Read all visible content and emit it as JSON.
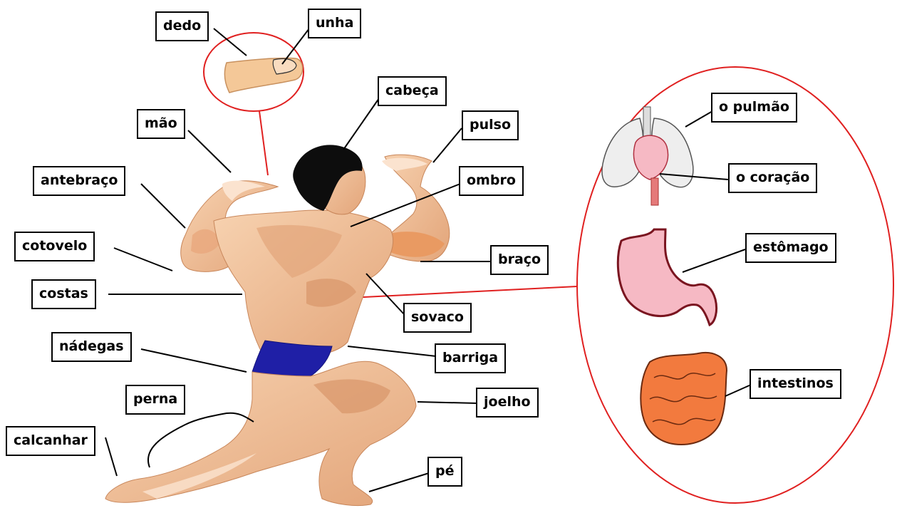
{
  "labels": {
    "dedo": "dedo",
    "unha": "unha",
    "cabeca": "cabeça",
    "mao": "mão",
    "pulso": "pulso",
    "antebraco": "antebraço",
    "ombro": "ombro",
    "cotovelo": "cotovelo",
    "braco": "braço",
    "costas": "costas",
    "sovaco": "sovaco",
    "nadegas": "nádegas",
    "barriga": "barriga",
    "perna": "perna",
    "joelho": "joelho",
    "calcanhar": "calcanhar",
    "pe": "pé",
    "pulmao": "o pulmão",
    "coracao": "o coração",
    "estomago": "estômago",
    "intestinos": "intestinos"
  },
  "colors": {
    "skin": "#f2c29a",
    "skin_shadow": "#d9956a",
    "skin_light": "#fbe3cf",
    "hair": "#0d0d0d",
    "trunks": "#1f1fa6",
    "callout_red": "#e02020",
    "stomach": "#f6b9c4",
    "intestine": "#f27a3e",
    "lung": "#eeeeee"
  }
}
